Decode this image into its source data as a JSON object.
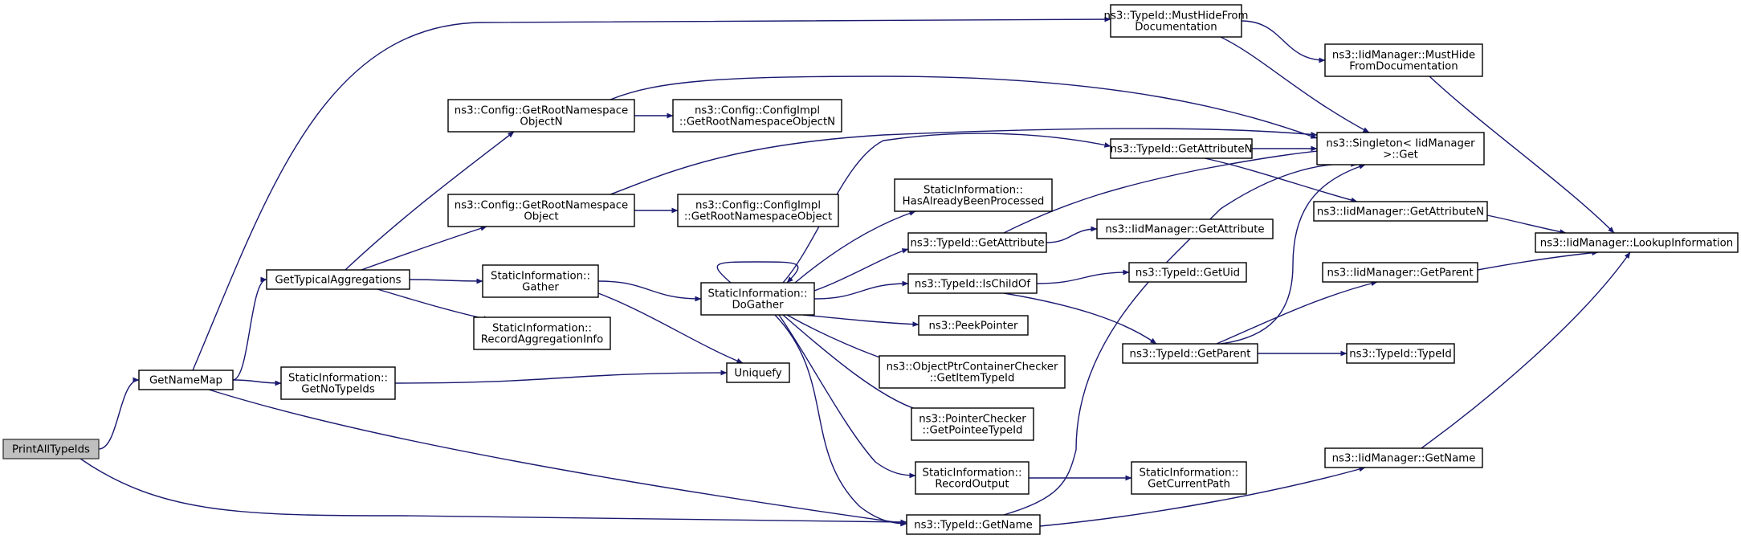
{
  "diagram": {
    "title": "",
    "colors": {
      "edge": "#191970",
      "node_border": "#000000",
      "root_fill": "#bfbfbf",
      "node_fill": "#ffffff"
    },
    "nodes": {
      "print_all_type_ids": {
        "lines": [
          "PrintAllTypeIds"
        ]
      },
      "get_name_map": {
        "lines": [
          "GetNameMap"
        ]
      },
      "get_typical_aggregations": {
        "lines": [
          "GetTypicalAggregations"
        ]
      },
      "static_get_no_type_ids": {
        "lines": [
          "StaticInformation::",
          "GetNoTypeIds"
        ]
      },
      "config_get_root_ns_object_n": {
        "lines": [
          "ns3::Config::GetRootNamespace",
          "ObjectN"
        ]
      },
      "config_get_root_ns_object": {
        "lines": [
          "ns3::Config::GetRootNamespace",
          "Object"
        ]
      },
      "static_gather": {
        "lines": [
          "StaticInformation::",
          "Gather"
        ]
      },
      "static_record_aggregation_info": {
        "lines": [
          "StaticInformation::",
          "RecordAggregationInfo"
        ]
      },
      "configimpl_get_root_ns_object_n": {
        "lines": [
          "ns3::Config::ConfigImpl",
          "::GetRootNamespaceObjectN"
        ]
      },
      "configimpl_get_root_ns_object": {
        "lines": [
          "ns3::Config::ConfigImpl",
          "::GetRootNamespaceObject"
        ]
      },
      "static_do_gather": {
        "lines": [
          "StaticInformation::",
          "DoGather"
        ]
      },
      "uniquefy": {
        "lines": [
          "Uniquefy"
        ]
      },
      "static_has_already_been_processed": {
        "lines": [
          "StaticInformation::",
          "HasAlreadyBeenProcessed"
        ]
      },
      "typeid_get_attribute": {
        "lines": [
          "ns3::TypeId::GetAttribute"
        ]
      },
      "typeid_is_child_of": {
        "lines": [
          "ns3::TypeId::IsChildOf"
        ]
      },
      "peek_pointer": {
        "lines": [
          "ns3::PeekPointer"
        ]
      },
      "objectptr_container_checker": {
        "lines": [
          "ns3::ObjectPtrContainerChecker",
          "::GetItemTypeId"
        ]
      },
      "pointer_checker": {
        "lines": [
          "ns3::PointerChecker",
          "::GetPointeeTypeId"
        ]
      },
      "static_record_output": {
        "lines": [
          "StaticInformation::",
          "RecordOutput"
        ]
      },
      "typeid_get_name": {
        "lines": [
          "ns3::TypeId::GetName"
        ]
      },
      "typeid_must_hide": {
        "lines": [
          "ns3::TypeId::MustHideFrom",
          "Documentation"
        ]
      },
      "typeid_get_attribute_n": {
        "lines": [
          "ns3::TypeId::GetAttributeN"
        ]
      },
      "iidmanager_get_attribute": {
        "lines": [
          "ns3::IidManager::GetAttribute"
        ]
      },
      "typeid_get_uid": {
        "lines": [
          "ns3::TypeId::GetUid"
        ]
      },
      "typeid_get_parent": {
        "lines": [
          "ns3::TypeId::GetParent"
        ]
      },
      "static_get_current_path": {
        "lines": [
          "StaticInformation::",
          "GetCurrentPath"
        ]
      },
      "iidmanager_must_hide": {
        "lines": [
          "ns3::IidManager::MustHide",
          "FromDocumentation"
        ]
      },
      "singleton_get": {
        "lines": [
          "ns3::Singleton< IidManager",
          " >::Get"
        ]
      },
      "iidmanager_get_attribute_n": {
        "lines": [
          "ns3::IidManager::GetAttributeN"
        ]
      },
      "iidmanager_get_parent": {
        "lines": [
          "ns3::IidManager::GetParent"
        ]
      },
      "typeid_typeid": {
        "lines": [
          "ns3::TypeId::TypeId"
        ]
      },
      "iidmanager_get_name": {
        "lines": [
          "ns3::IidManager::GetName"
        ]
      },
      "iidmanager_lookup_information": {
        "lines": [
          "ns3::IidManager::LookupInformation"
        ]
      }
    },
    "edges": [
      [
        "print_all_type_ids",
        "get_name_map"
      ],
      [
        "print_all_type_ids",
        "typeid_get_name"
      ],
      [
        "get_name_map",
        "get_typical_aggregations"
      ],
      [
        "get_name_map",
        "static_get_no_type_ids"
      ],
      [
        "get_name_map",
        "typeid_must_hide"
      ],
      [
        "get_name_map",
        "typeid_get_name"
      ],
      [
        "get_typical_aggregations",
        "config_get_root_ns_object_n"
      ],
      [
        "get_typical_aggregations",
        "config_get_root_ns_object"
      ],
      [
        "get_typical_aggregations",
        "static_gather"
      ],
      [
        "get_typical_aggregations",
        "static_record_aggregation_info"
      ],
      [
        "static_get_no_type_ids",
        "uniquefy"
      ],
      [
        "config_get_root_ns_object_n",
        "configimpl_get_root_ns_object_n"
      ],
      [
        "config_get_root_ns_object_n",
        "singleton_get"
      ],
      [
        "config_get_root_ns_object",
        "configimpl_get_root_ns_object"
      ],
      [
        "config_get_root_ns_object",
        "singleton_get"
      ],
      [
        "static_gather",
        "static_do_gather"
      ],
      [
        "static_gather",
        "uniquefy"
      ],
      [
        "static_do_gather",
        "static_do_gather"
      ],
      [
        "static_do_gather",
        "static_has_already_been_processed"
      ],
      [
        "static_do_gather",
        "typeid_get_attribute_n"
      ],
      [
        "static_do_gather",
        "typeid_get_attribute"
      ],
      [
        "static_do_gather",
        "typeid_is_child_of"
      ],
      [
        "static_do_gather",
        "peek_pointer"
      ],
      [
        "static_do_gather",
        "objectptr_container_checker"
      ],
      [
        "static_do_gather",
        "pointer_checker"
      ],
      [
        "static_do_gather",
        "static_record_output"
      ],
      [
        "static_do_gather",
        "typeid_get_name"
      ],
      [
        "typeid_get_attribute",
        "iidmanager_get_attribute"
      ],
      [
        "typeid_get_attribute",
        "singleton_get"
      ],
      [
        "typeid_is_child_of",
        "typeid_get_uid"
      ],
      [
        "typeid_is_child_of",
        "typeid_get_parent"
      ],
      [
        "static_record_output",
        "static_get_current_path"
      ],
      [
        "typeid_get_name",
        "iidmanager_get_name"
      ],
      [
        "typeid_get_name",
        "singleton_get"
      ],
      [
        "typeid_must_hide",
        "iidmanager_must_hide"
      ],
      [
        "typeid_must_hide",
        "singleton_get"
      ],
      [
        "typeid_get_attribute_n",
        "singleton_get"
      ],
      [
        "typeid_get_attribute_n",
        "iidmanager_get_attribute_n"
      ],
      [
        "typeid_get_parent",
        "iidmanager_get_parent"
      ],
      [
        "typeid_get_parent",
        "typeid_typeid"
      ],
      [
        "typeid_get_parent",
        "singleton_get"
      ],
      [
        "iidmanager_must_hide",
        "iidmanager_lookup_information"
      ],
      [
        "iidmanager_get_attribute_n",
        "iidmanager_lookup_information"
      ],
      [
        "iidmanager_get_parent",
        "iidmanager_lookup_information"
      ],
      [
        "iidmanager_get_name",
        "iidmanager_lookup_information"
      ]
    ]
  }
}
